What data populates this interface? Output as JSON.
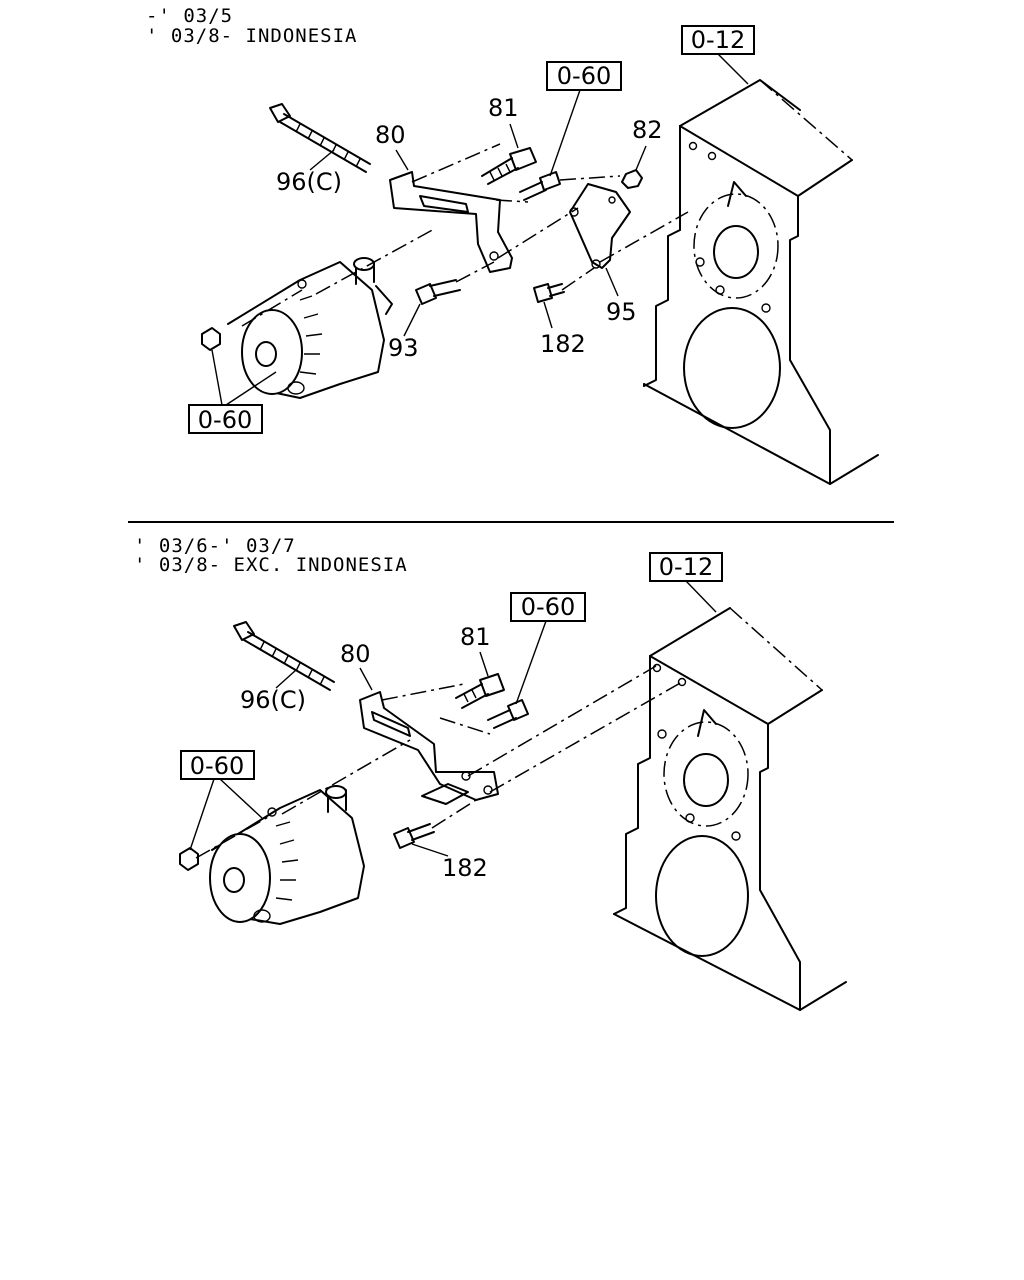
{
  "top": {
    "header": [
      "-' 03/5",
      "' 03/8- INDONESIA"
    ],
    "refs": {
      "engine": "0-12",
      "bolt": "0-60",
      "pump": "0-60"
    },
    "parts": {
      "p80": "80",
      "p81": "81",
      "p82": "82",
      "p96": "96(C)",
      "p93": "93",
      "p95": "95",
      "p182": "182"
    }
  },
  "bottom": {
    "header": [
      "' 03/6-' 03/7",
      "' 03/8- EXC. INDONESIA"
    ],
    "refs": {
      "engine": "0-12",
      "bolt": "0-60",
      "pump": "0-60"
    },
    "parts": {
      "p80": "80",
      "p81": "81",
      "p96": "96(C)",
      "p182": "182"
    }
  }
}
